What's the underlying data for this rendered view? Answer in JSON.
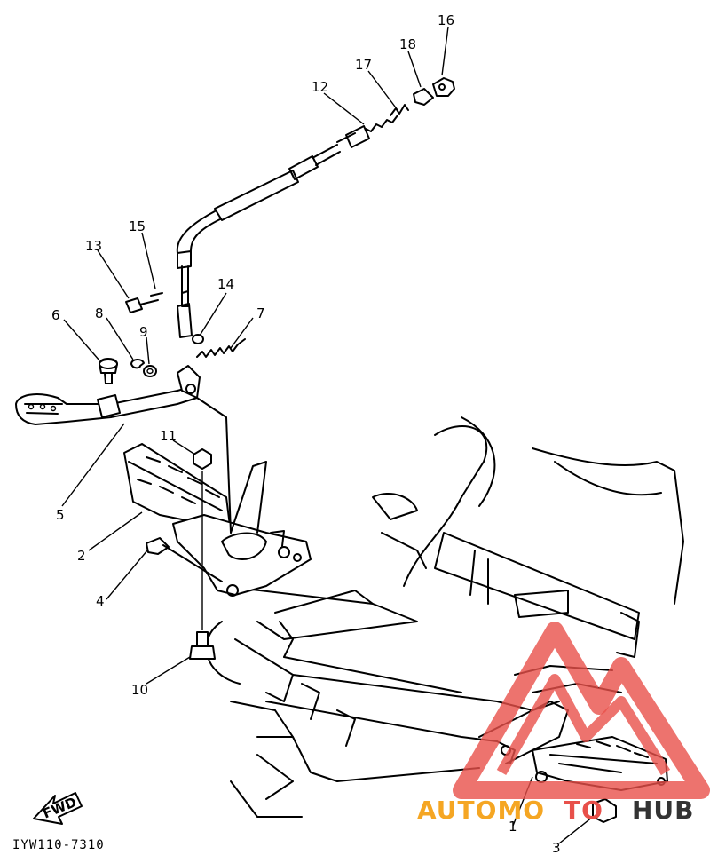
{
  "diagram": {
    "part_labels": [
      "1",
      "2",
      "3",
      "4",
      "5",
      "6",
      "7",
      "8",
      "9",
      "10",
      "11",
      "12",
      "13",
      "14",
      "15",
      "16",
      "17",
      "18"
    ],
    "forward_label": "FWD",
    "drawing_code": "IYW110-7310"
  },
  "watermark": {
    "text_a": "AUTOMO",
    "text_b": "TO",
    "text_c": "HUB",
    "color_red": "#e8504a",
    "color_orange": "#f5a623"
  }
}
